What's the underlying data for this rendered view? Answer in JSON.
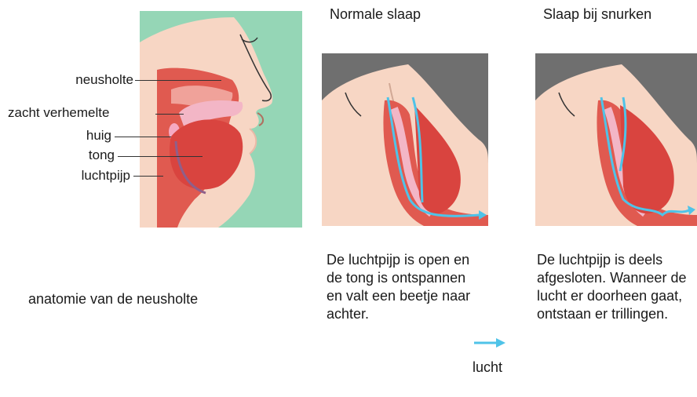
{
  "anatomy": {
    "labels": {
      "neusholte": "neusholte",
      "zacht_verhemelte": "zacht verhemelte",
      "huig": "huig",
      "tong": "tong",
      "luchtpijp": "luchtpijp"
    },
    "caption": "anatomie van de neusholte"
  },
  "normal": {
    "title": "Normale slaap",
    "caption": "De luchtpijp is open en de tong is ontspannen en valt een beetje naar achter."
  },
  "snoring": {
    "title": "Slaap bij snurken",
    "caption": "De luchtpijp is deels afgesloten. Wanneer de lucht er doorheen gaat, ontstaan er trillingen."
  },
  "legend": {
    "air_label": "lucht",
    "air_color": "#4fc3e8"
  },
  "colors": {
    "background_green": "#95d6b6",
    "background_gray": "#6f6f6f",
    "skin": "#f7d6c4",
    "cavity": "#e05a50",
    "palate": "#f3b6c6"
  }
}
